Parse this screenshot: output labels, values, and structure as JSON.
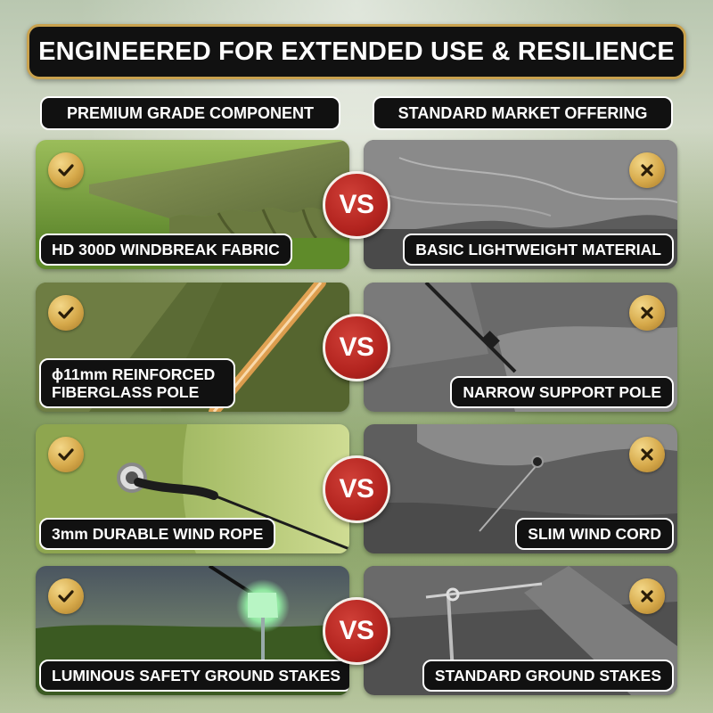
{
  "title": "ENGINEERED FOR EXTENDED USE & RESILIENCE",
  "columns": {
    "left": "PREMIUM GRADE COMPONENT",
    "right": "STANDARD MARKET OFFERING"
  },
  "vs_label": "VS",
  "rows": [
    {
      "left": "HD 300D WINDBREAK FABRIC",
      "right": "BASIC LIGHTWEIGHT MATERIAL"
    },
    {
      "left": "ϕ11mm REINFORCED FIBERGLASS POLE",
      "right": "NARROW SUPPORT POLE"
    },
    {
      "left": "3mm DURABLE WIND ROPE",
      "right": "SLIM WIND CORD"
    },
    {
      "left": "LUMINOUS SAFETY GROUND STAKES",
      "right": "STANDARD GROUND STAKES"
    }
  ],
  "icons": {
    "premium": "check-icon",
    "standard": "cross-icon"
  },
  "colors": {
    "gold": "#c9a24e",
    "vs_red": "#b3241f",
    "panel": "#111111"
  }
}
